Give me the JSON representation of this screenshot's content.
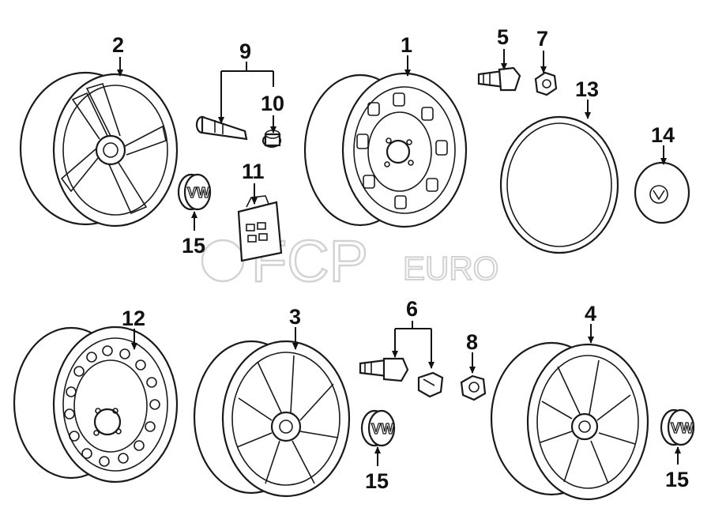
{
  "watermark": {
    "brand": "FCP",
    "suffix": "EURO"
  },
  "emblem_letters": "VW",
  "callouts": [
    {
      "id": "1",
      "label": "1"
    },
    {
      "id": "2",
      "label": "2"
    },
    {
      "id": "3",
      "label": "3"
    },
    {
      "id": "4",
      "label": "4"
    },
    {
      "id": "5",
      "label": "5"
    },
    {
      "id": "6",
      "label": "6"
    },
    {
      "id": "7",
      "label": "7"
    },
    {
      "id": "8",
      "label": "8"
    },
    {
      "id": "9",
      "label": "9"
    },
    {
      "id": "10",
      "label": "10"
    },
    {
      "id": "11",
      "label": "11"
    },
    {
      "id": "12",
      "label": "12"
    },
    {
      "id": "13",
      "label": "13"
    },
    {
      "id": "14",
      "label": "14"
    },
    {
      "id": "15a",
      "label": "15"
    },
    {
      "id": "15b",
      "label": "15"
    },
    {
      "id": "15c",
      "label": "15"
    }
  ]
}
